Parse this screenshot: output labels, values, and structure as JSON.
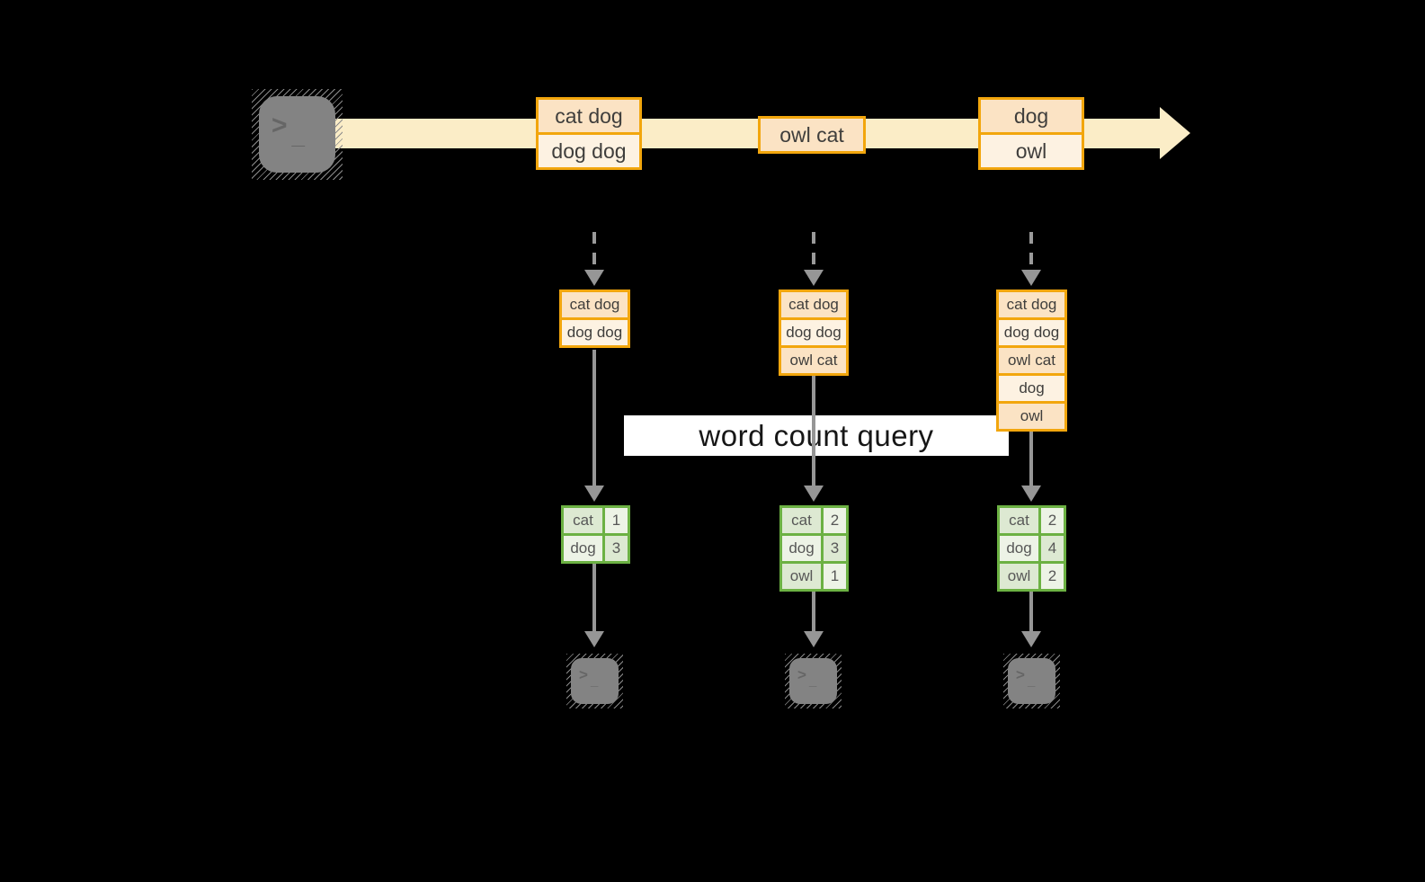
{
  "colors": {
    "background": "#000000",
    "band": "#fbedc7",
    "amber": "#f2a60d",
    "peach_dark": "#fbe3c4",
    "peach_light": "#fdf2e2",
    "green": "#6cb143",
    "green_dark": "#dde9d2",
    "green_light": "#edf3e6",
    "gray_arrow": "#969696",
    "gray_dash": "#9a9a9a",
    "terminal_body": "#838383",
    "terminal_glyph": "#666666",
    "box_text": "#3f3e3c",
    "table_text": "#575757",
    "banner_bg": "#ffffff",
    "banner_text": "#161616"
  },
  "banner": {
    "label": "word count query"
  },
  "terminal_glyph": {
    "prompt": ">",
    "cursor": "_"
  },
  "stream": {
    "batches": [
      {
        "lines": [
          "cat dog",
          "dog dog"
        ]
      },
      {
        "lines": [
          "owl cat"
        ]
      },
      {
        "lines": [
          "dog",
          "owl"
        ]
      }
    ]
  },
  "columns": [
    {
      "input_lines": [
        "cat dog",
        "dog dog"
      ],
      "counts": [
        {
          "word": "cat",
          "count": "1"
        },
        {
          "word": "dog",
          "count": "3"
        }
      ]
    },
    {
      "input_lines": [
        "cat dog",
        "dog dog",
        "owl cat"
      ],
      "counts": [
        {
          "word": "cat",
          "count": "2"
        },
        {
          "word": "dog",
          "count": "3"
        },
        {
          "word": "owl",
          "count": "1"
        }
      ]
    },
    {
      "input_lines": [
        "cat dog",
        "dog dog",
        "owl cat",
        "dog",
        "owl"
      ],
      "counts": [
        {
          "word": "cat",
          "count": "2"
        },
        {
          "word": "dog",
          "count": "4"
        },
        {
          "word": "owl",
          "count": "2"
        }
      ]
    }
  ]
}
